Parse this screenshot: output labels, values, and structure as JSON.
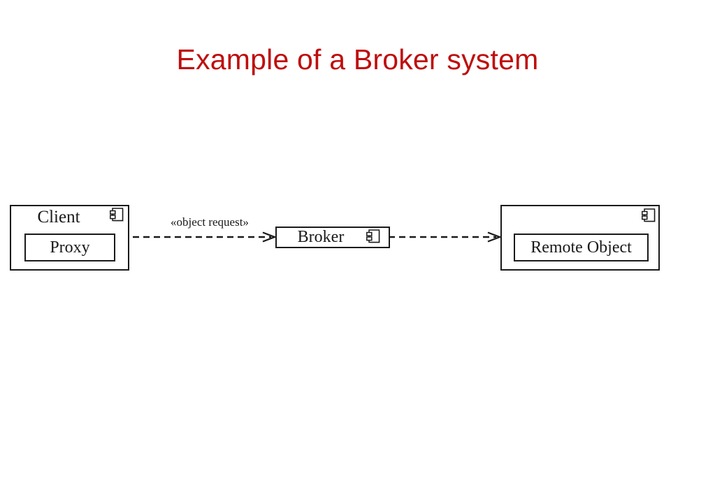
{
  "slide": {
    "title": "Example of a Broker system",
    "title_color": "#bf0d0d",
    "background_color": "#ffffff"
  },
  "diagram": {
    "type": "uml-component-diagram",
    "line_color": "#1a1a1a",
    "components": [
      {
        "id": "client",
        "name": "Client",
        "icon": "uml-component-icon",
        "nested": {
          "id": "proxy",
          "name": "Proxy"
        }
      },
      {
        "id": "broker",
        "name": "Broker",
        "icon": "uml-component-icon",
        "nested": null
      },
      {
        "id": "remote-object",
        "name": "",
        "icon": "uml-component-icon",
        "nested": {
          "id": "remote-object-inner",
          "name": "Remote Object"
        }
      }
    ],
    "connectors": [
      {
        "id": "client-to-broker",
        "from": "proxy",
        "to": "broker",
        "style": "dashed",
        "arrowhead": "open",
        "direction": "right",
        "label": "«object request»"
      },
      {
        "id": "broker-to-remote",
        "from": "broker",
        "to": "remote-object",
        "style": "dashed",
        "arrowhead": "open",
        "direction": "right",
        "label": ""
      }
    ]
  }
}
